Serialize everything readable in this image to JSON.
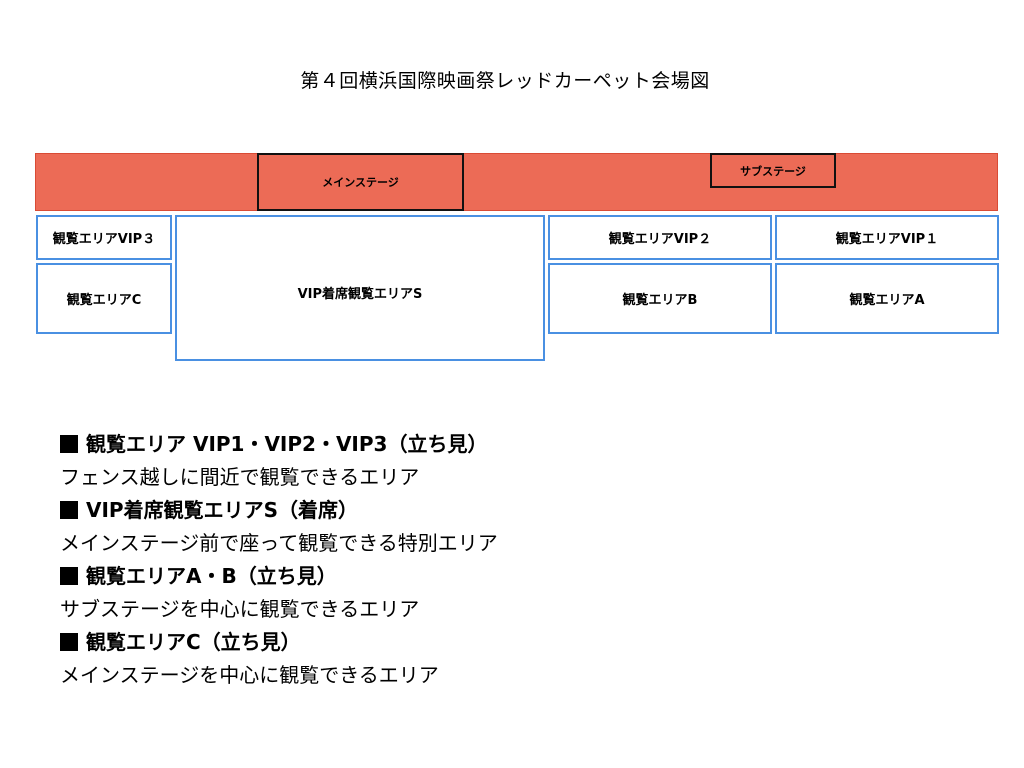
{
  "title": "第４回横浜国際映画祭レッドカーペット会場図",
  "stages": {
    "main": "メインステージ",
    "sub": "サブステージ"
  },
  "areas": {
    "vip3": "観覧エリアVIP３",
    "c": "観覧エリアC",
    "s": "VIP着席観覧エリアS",
    "vip2": "観覧エリアVIP２",
    "vip1": "観覧エリアVIP１",
    "b": "観覧エリアB",
    "a": "観覧エリアA"
  },
  "legend": [
    {
      "heading": "観覧エリア VIP1・VIP2・VIP3（立ち見）",
      "desc": "フェンス越しに間近で観覧できるエリア"
    },
    {
      "heading": "VIP着席観覧エリアS（着席）",
      "desc": "メインステージ前で座って観覧できる特別エリア"
    },
    {
      "heading": "観覧エリアA・B（立ち見）",
      "desc": "サブステージを中心に観覧できるエリア"
    },
    {
      "heading": "観覧エリアC（立ち見）",
      "desc": "メインステージを中心に観覧できるエリア"
    }
  ],
  "colors": {
    "carpet": "#ec6b56",
    "area_border": "#4a90e2"
  }
}
